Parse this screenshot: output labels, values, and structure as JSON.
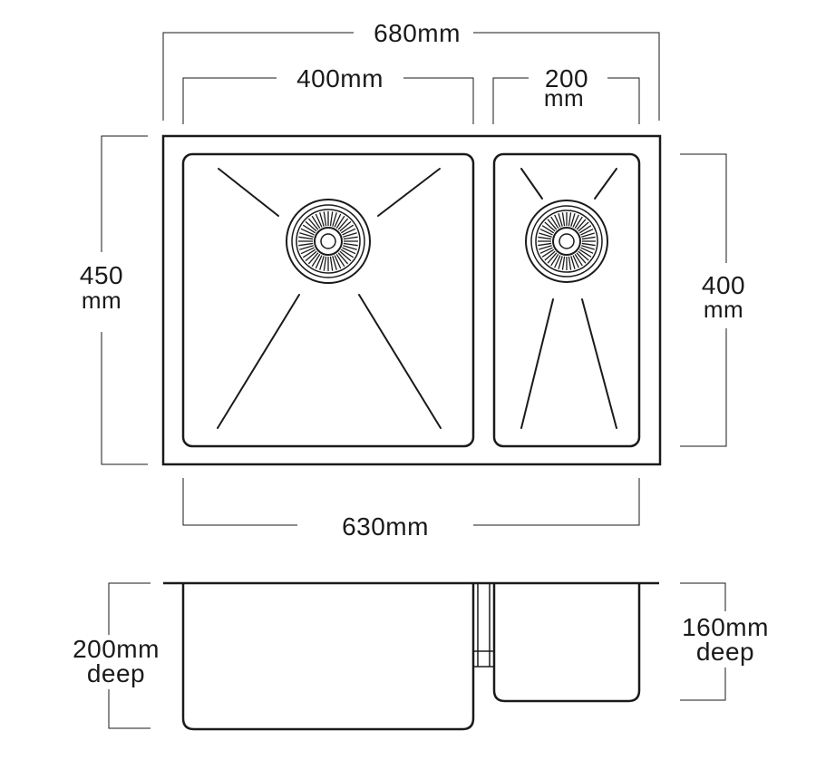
{
  "labels": {
    "overall_width": "680mm",
    "left_bowl_width": "400mm",
    "right_bowl_width_num": "200",
    "right_bowl_width_unit": "mm",
    "overall_depth_num": "450",
    "overall_depth_unit": "mm",
    "right_bowl_length_num": "400",
    "right_bowl_length_unit": "mm",
    "bowls_span": "630mm",
    "left_bowl_depth_num": "200mm",
    "left_bowl_depth_word": "deep",
    "right_bowl_depth_num": "160mm",
    "right_bowl_depth_word": "deep"
  },
  "colors": {
    "line": "#1a1a1a",
    "background": "#ffffff"
  }
}
